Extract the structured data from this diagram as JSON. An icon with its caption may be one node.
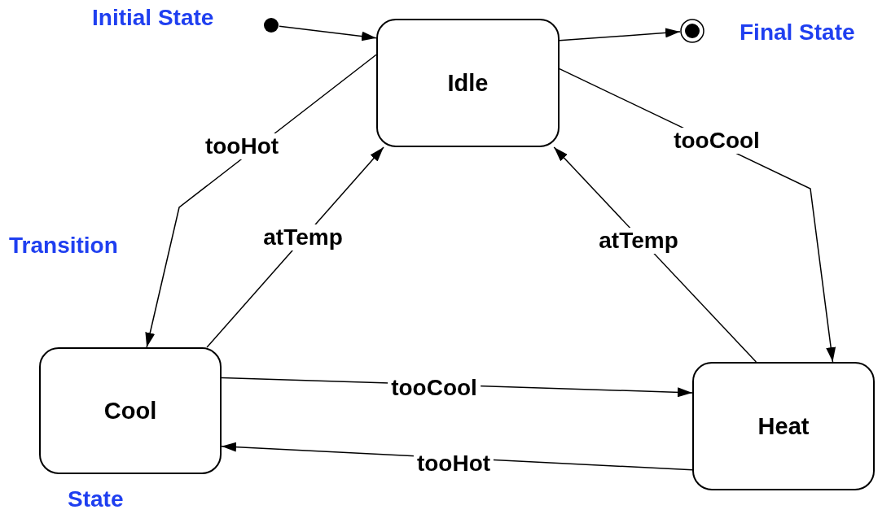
{
  "diagram": {
    "nodes": [
      {
        "text": [],
        "shape": "circle",
        "beside": [
          "Initial State"
        ]
      },
      {
        "text": [
          "Idle"
        ]
      },
      {
        "text": [],
        "shape": "circle",
        "beside": [
          "Final State"
        ]
      },
      {
        "text": [
          "Cool"
        ]
      },
      {
        "text": [
          "Heat"
        ]
      }
    ],
    "edges": [
      {
        "from": 0,
        "to": 1,
        "arrow": "to"
      },
      {
        "from": 1,
        "to": 2,
        "arrow": "to"
      },
      {
        "from": 1,
        "to": 3,
        "label": "tooHot",
        "arrow": "to"
      },
      {
        "from": 3,
        "to": 1,
        "label": "atTemp",
        "arrow": "to"
      },
      {
        "from": 1,
        "to": 4,
        "label": "tooCool",
        "arrow": "to"
      },
      {
        "from": 4,
        "to": 1,
        "label": "atTemp",
        "arrow": "to"
      },
      {
        "from": 3,
        "to": 4,
        "label": "tooCool",
        "arrow": "to"
      },
      {
        "from": 4,
        "to": 3,
        "label": "tooHot",
        "arrow": "to"
      }
    ],
    "labels": [
      "Transition",
      "State"
    ]
  }
}
